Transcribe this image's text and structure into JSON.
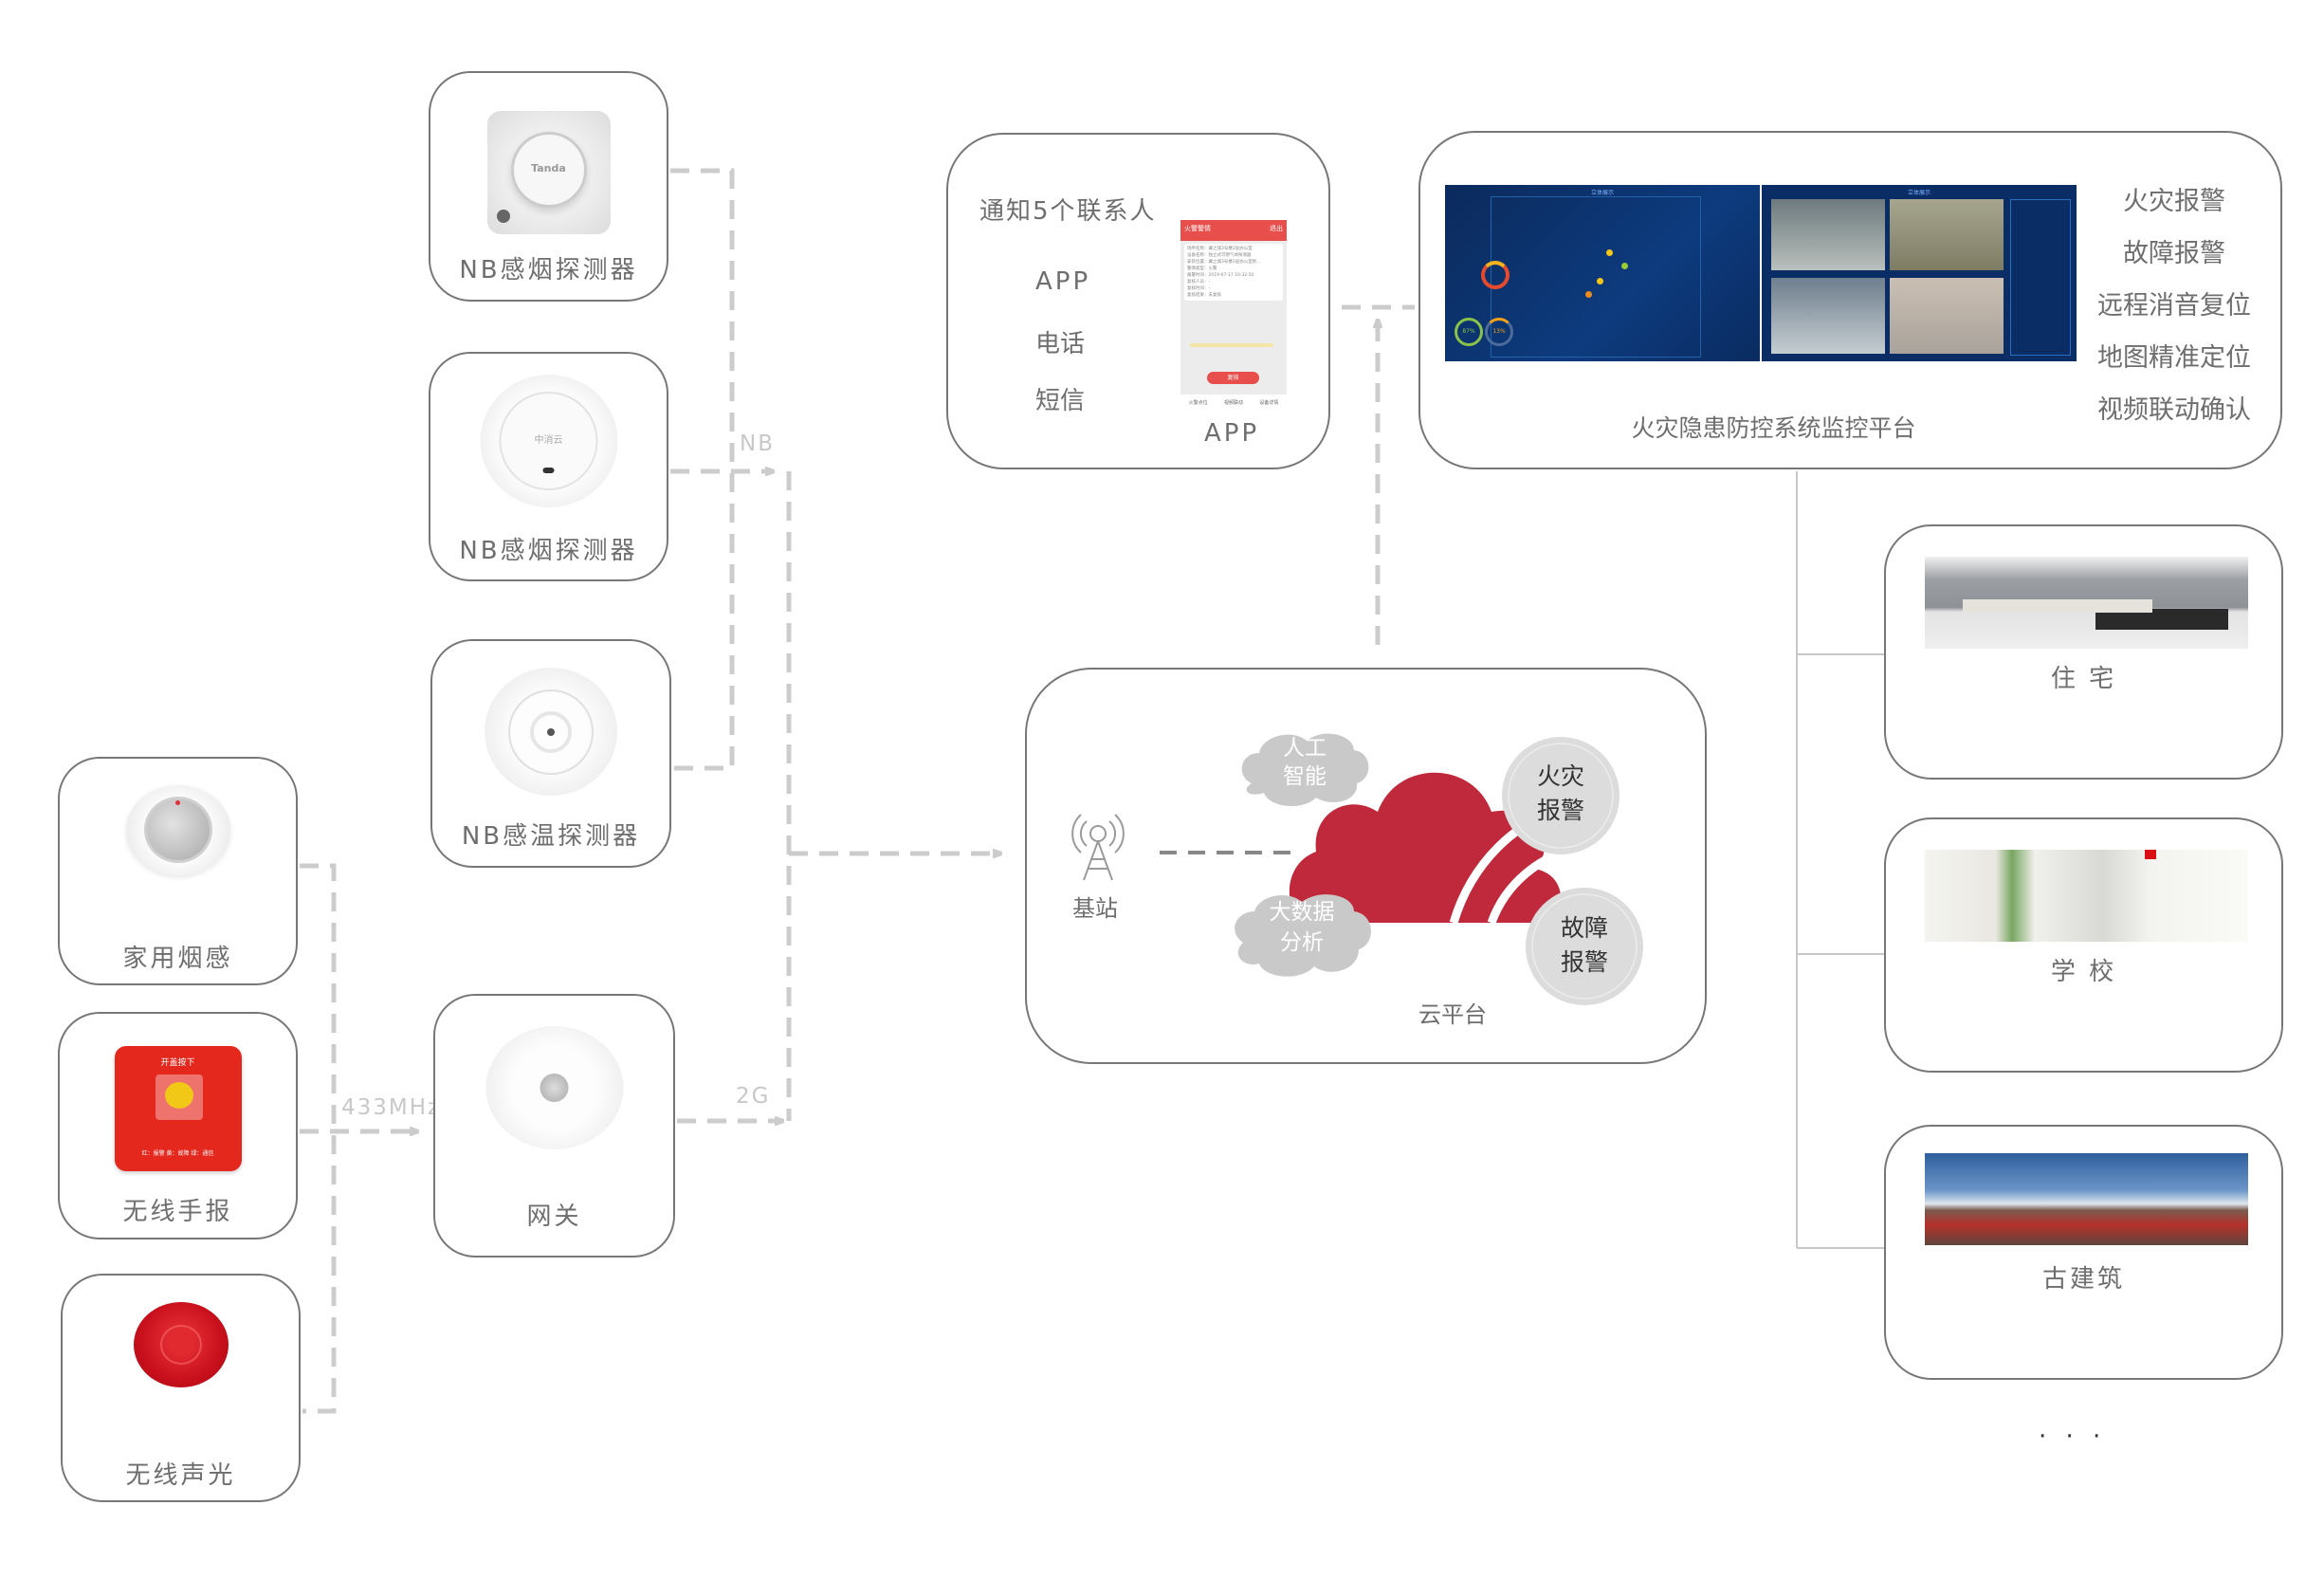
{
  "devices": {
    "nb_smoke_1": {
      "label": "NB感烟探测器",
      "brand": "Tanda"
    },
    "nb_smoke_2": {
      "label": "NB感烟探测器",
      "brand": "中消云"
    },
    "nb_heat": {
      "label": "NB感温探测器"
    },
    "home_smoke": {
      "label": "家用烟感"
    },
    "manual_alarm": {
      "label": "无线手报",
      "top_text": "开盖按下",
      "bottom_text": "红：报警 黄：故障 绿：通信"
    },
    "strobe": {
      "label": "无线声光"
    },
    "gateway": {
      "label": "网关"
    }
  },
  "links": {
    "nb": "NB",
    "mhz": "433MHz",
    "g2": "2G"
  },
  "app_box": {
    "title": "通知5个联系人",
    "channels": [
      "APP",
      "电话",
      "短信"
    ],
    "phone_caption": "APP",
    "phone": {
      "header": "火警警情",
      "header_right": "退出",
      "rows": [
        "场所名称：冀之城3号楼2层办公室",
        "设备名称：独立式可燃气体探测器",
        "安装位置：冀之城3号楼2层办公室附… ",
        "警情类型：火警",
        "报警时间：2019-07-17 10:32:50",
        "复核人员：-",
        "复核时间：-",
        "复核结果：未复核"
      ],
      "button": "复核",
      "tabs": [
        "火警点位",
        "视频联动",
        "设备详情"
      ]
    }
  },
  "monitor": {
    "caption": "火灾隐患防控系统监控平台",
    "features": [
      "火灾报警",
      "故障报警",
      "远程消音复位",
      "地图精准定位",
      "视频联动确认"
    ],
    "dash_left": {
      "title": "立体展示",
      "gauge1": "87%",
      "gauge2": "13%"
    },
    "dash_right": {
      "title": "立体展示"
    }
  },
  "cloud": {
    "station": "基站",
    "ai": [
      "人工",
      "智能"
    ],
    "bigdata": [
      "大数据",
      "分析"
    ],
    "fire": [
      "火灾",
      "报警"
    ],
    "fault": [
      "故障",
      "报警"
    ],
    "caption": "云平台"
  },
  "scenes": [
    {
      "label": "住 宅"
    },
    {
      "label": "学 校"
    },
    {
      "label": "古建筑"
    }
  ],
  "more": "· · ·",
  "colors": {
    "brand_red": "#c0283b",
    "line_gray": "#cccccc",
    "cloud_gray": "#c9c9c9"
  }
}
